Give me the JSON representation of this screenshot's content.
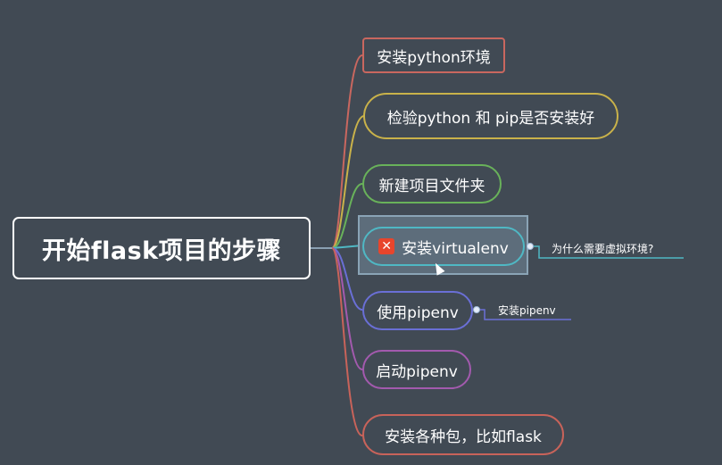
{
  "root": {
    "label": "开始flask项目的步骤"
  },
  "topics": [
    {
      "id": "t1",
      "label": "安装python环境",
      "color": "#c9675f"
    },
    {
      "id": "t2",
      "label": "检验python 和 pip是否安装好",
      "color": "#c9b24a"
    },
    {
      "id": "t3",
      "label": "新建项目文件夹",
      "color": "#69b25a"
    },
    {
      "id": "t4",
      "label": "安装virtualenv",
      "color": "#4fb8c4",
      "icon": "cross-mark-icon",
      "selected": true
    },
    {
      "id": "t5",
      "label": "使用pipenv",
      "color": "#6a6fd6"
    },
    {
      "id": "t6",
      "label": "启动pipenv",
      "color": "#a35aae"
    },
    {
      "id": "t7",
      "label": "安装各种包，比如flask",
      "color": "#c8635a"
    }
  ],
  "subtopics": [
    {
      "parent": "t4",
      "label": "为什么需要虚拟环境?",
      "color": "#4fb8c4"
    },
    {
      "parent": "t5",
      "label": "安装pipenv",
      "color": "#6a6fd6"
    }
  ]
}
